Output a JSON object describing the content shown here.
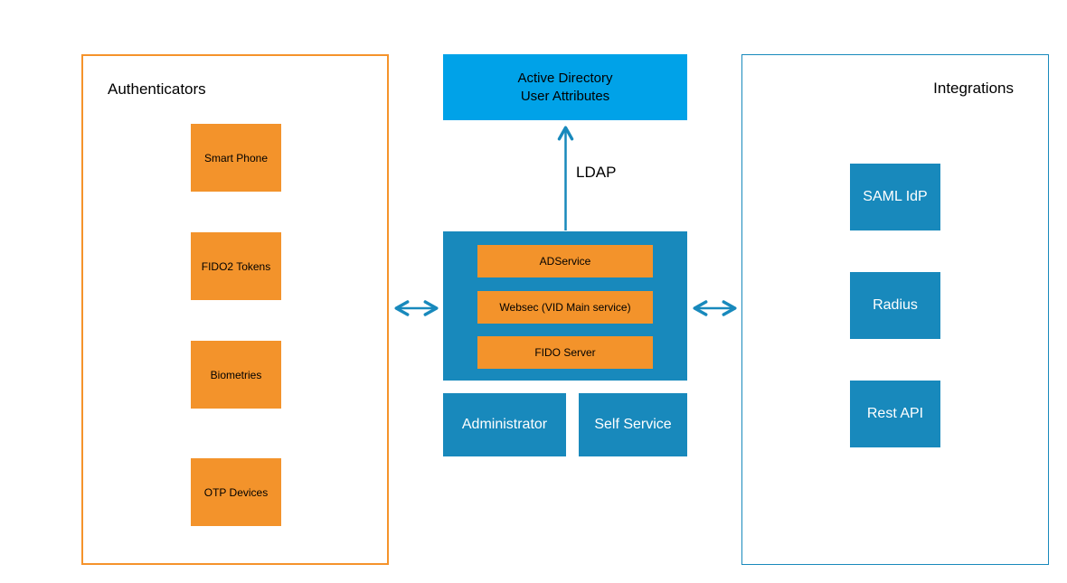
{
  "colors": {
    "bright_blue": "#00A2E8",
    "teal_blue": "#1889BC",
    "orange": "#F3932B",
    "orange_border": "#F5932B",
    "black_text": "#000000",
    "white_text": "#FFFFFF"
  },
  "authenticators": {
    "title": "Authenticators",
    "items": [
      "Smart Phone",
      "FIDO2 Tokens",
      "Biometries",
      "OTP Devices"
    ]
  },
  "center": {
    "active_directory": {
      "line1": "Active Directory",
      "line2": "User Attributes"
    },
    "ldap_label": "LDAP",
    "services": [
      "ADService",
      "Websec (VID Main service)",
      "FIDO Server"
    ],
    "administrator_label": "Administrator",
    "self_service_label": "Self Service"
  },
  "integrations": {
    "title": "Integrations",
    "items": [
      "SAML IdP",
      "Radius",
      "Rest API"
    ]
  }
}
